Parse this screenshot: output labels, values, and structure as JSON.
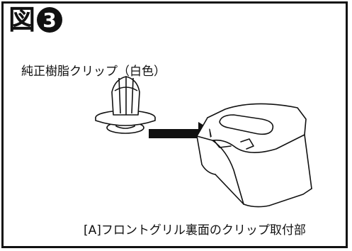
{
  "figure": {
    "title_char": "図",
    "title_number": "3"
  },
  "labels": {
    "clip": "純正樹脂クリップ（白色）",
    "receptacle": "[A]フロントグリル裏面のクリップ取付部"
  },
  "colors": {
    "ink": "#111111",
    "fill": "#ffffff"
  },
  "icons": {
    "clip": "plastic-push-clip",
    "arrow": "right-arrow",
    "mount": "clip-mount-bracket"
  }
}
